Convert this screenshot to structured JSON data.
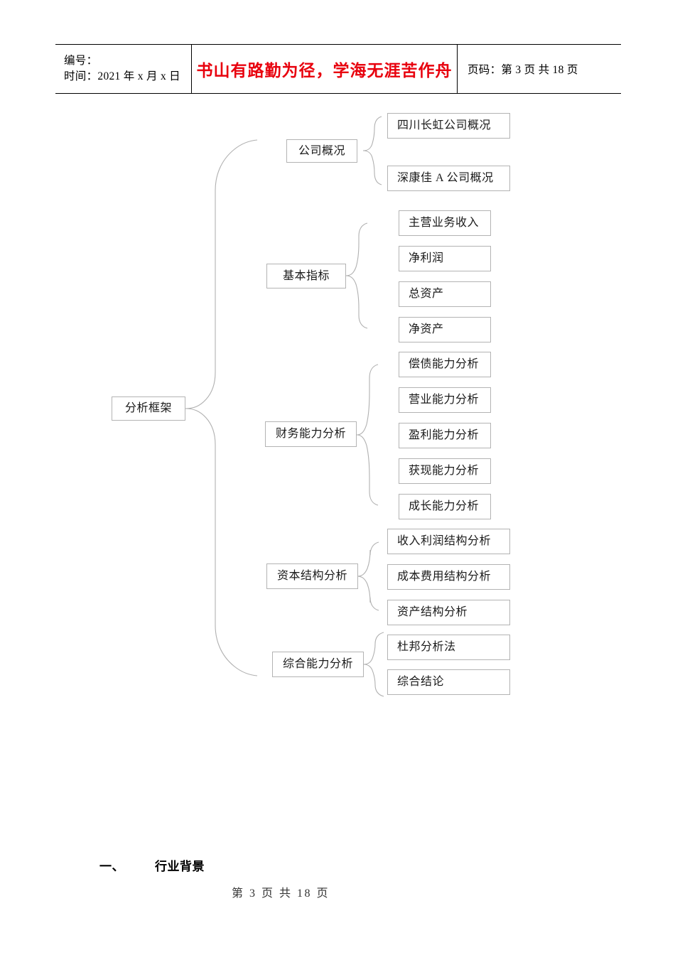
{
  "header": {
    "code_label": "编号：",
    "time_label": "时间：2021 年 x 月 x 日",
    "slogan": "书山有路勤为径，学海无涯苦作舟",
    "page_label": "页码：第 3 页  共 18 页",
    "slogan_color": "#e8000d"
  },
  "diagram": {
    "root": "分析框架",
    "branches": [
      {
        "label": "公司概况",
        "children": [
          "四川长虹公司概况",
          "深康佳 A 公司概况"
        ]
      },
      {
        "label": "基本指标",
        "children": [
          "主营业务收入",
          "净利润",
          "总资产",
          "净资产"
        ]
      },
      {
        "label": "财务能力分析",
        "children": [
          "偿债能力分析",
          "营业能力分析",
          "盈利能力分析",
          "获现能力分析",
          "成长能力分析"
        ]
      },
      {
        "label": "资本结构分析",
        "children": [
          "收入利润结构分析",
          "成本费用结构分析",
          "资产结构分析"
        ]
      },
      {
        "label": "综合能力分析",
        "children": [
          "杜邦分析法",
          "综合结论"
        ]
      }
    ],
    "border_color": "#b3b3b3",
    "connector_color": "#b0b0b0"
  },
  "body": {
    "heading_number": "一、",
    "heading_text": "行业背景"
  },
  "footer": {
    "page_text": "第 3 页 共 18 页"
  }
}
